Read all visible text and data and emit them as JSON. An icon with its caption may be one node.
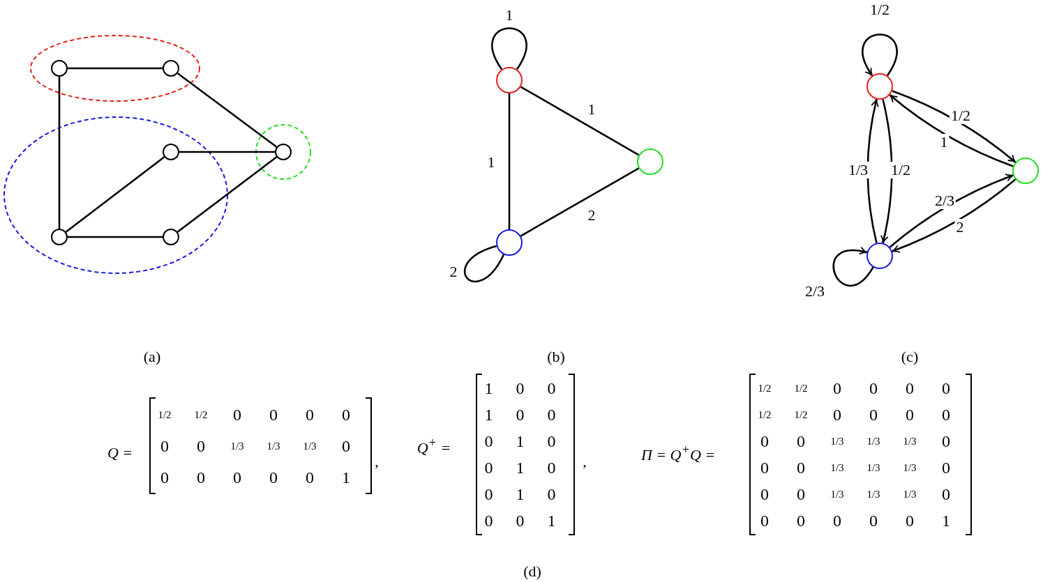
{
  "diagram": {
    "nodes": [
      {
        "text": [],
        "shape": "ellipse"
      },
      {
        "text": [],
        "shape": "circle",
        "in": 0
      },
      {
        "text": [],
        "shape": "circle",
        "in": 0
      },
      {
        "text": [],
        "shape": "ellipse"
      },
      {
        "text": [],
        "shape": "circle",
        "in": 3
      },
      {
        "text": [],
        "shape": "circle",
        "in": 3
      },
      {
        "text": [],
        "shape": "circle",
        "in": 3
      },
      {
        "text": [],
        "shape": "ellipse"
      },
      {
        "text": [],
        "shape": "circle",
        "in": 7
      },
      {
        "text": [],
        "shape": "circle"
      },
      {
        "text": [],
        "shape": "circle"
      },
      {
        "text": [],
        "shape": "circle"
      },
      {
        "text": [],
        "shape": "circle"
      },
      {
        "text": [],
        "shape": "circle"
      },
      {
        "text": [],
        "shape": "circle"
      }
    ],
    "edges": [
      {
        "from": 1,
        "to": 2,
        "arrow": "none"
      },
      {
        "from": 1,
        "to": 5,
        "arrow": "none"
      },
      {
        "from": 2,
        "to": 8,
        "arrow": "none"
      },
      {
        "from": 4,
        "to": 8,
        "arrow": "none"
      },
      {
        "from": 5,
        "to": 4,
        "arrow": "none"
      },
      {
        "from": 5,
        "to": 6,
        "arrow": "none"
      },
      {
        "from": 6,
        "to": 8,
        "arrow": "none"
      },
      {
        "from": 9,
        "to": 9,
        "arrow": "none",
        "label": "1"
      },
      {
        "from": 9,
        "to": 10,
        "arrow": "none",
        "label": "1"
      },
      {
        "from": 9,
        "to": 11,
        "arrow": "none",
        "label": "1"
      },
      {
        "from": 11,
        "to": 10,
        "arrow": "none",
        "label": "2"
      },
      {
        "from": 11,
        "to": 11,
        "arrow": "none",
        "label": "2"
      },
      {
        "from": 12,
        "to": 12,
        "arrow": "to",
        "label": "1/2"
      },
      {
        "from": 12,
        "to": 13,
        "arrow": "to",
        "label": "1/2"
      },
      {
        "from": 13,
        "to": 12,
        "arrow": "to",
        "label": "1"
      },
      {
        "from": 14,
        "to": 12,
        "arrow": "to",
        "label": "1/3"
      },
      {
        "from": 12,
        "to": 14,
        "arrow": "to",
        "label": "1/2"
      },
      {
        "from": 14,
        "to": 13,
        "arrow": "to",
        "label": "2/3"
      },
      {
        "from": 13,
        "to": 14,
        "arrow": "to",
        "label": "2"
      },
      {
        "from": 14,
        "to": 14,
        "arrow": "to",
        "label": "2/3"
      }
    ],
    "labels": [
      "(a)",
      "(b)",
      "(c)",
      "Q =",
      "1/2",
      "1/2",
      "0",
      "0",
      "0",
      "0",
      "0",
      "0",
      "1/3",
      "1/3",
      "1/3",
      "0",
      "0",
      "0",
      "0",
      "0",
      "0",
      "1",
      ",",
      "Q$^{+}$ =",
      "1",
      "0",
      "0",
      "1",
      "0",
      "0",
      "0",
      "1",
      "0",
      "0",
      "1",
      "0",
      "0",
      "1",
      "0",
      "0",
      "0",
      "1",
      ",",
      "Π = Q$^{+}$Q =",
      "1/2",
      "1/2",
      "0",
      "0",
      "0",
      "0",
      "1/2",
      "1/2",
      "0",
      "0",
      "0",
      "0",
      "0",
      "0",
      "1/3",
      "1/3",
      "1/3",
      "0",
      "0",
      "0",
      "1/3",
      "1/3",
      "1/3",
      "0",
      "0",
      "0",
      "1/3",
      "1/3",
      "1/3",
      "0",
      "0",
      "0",
      "0",
      "0",
      "0",
      "1",
      "(d)"
    ]
  }
}
